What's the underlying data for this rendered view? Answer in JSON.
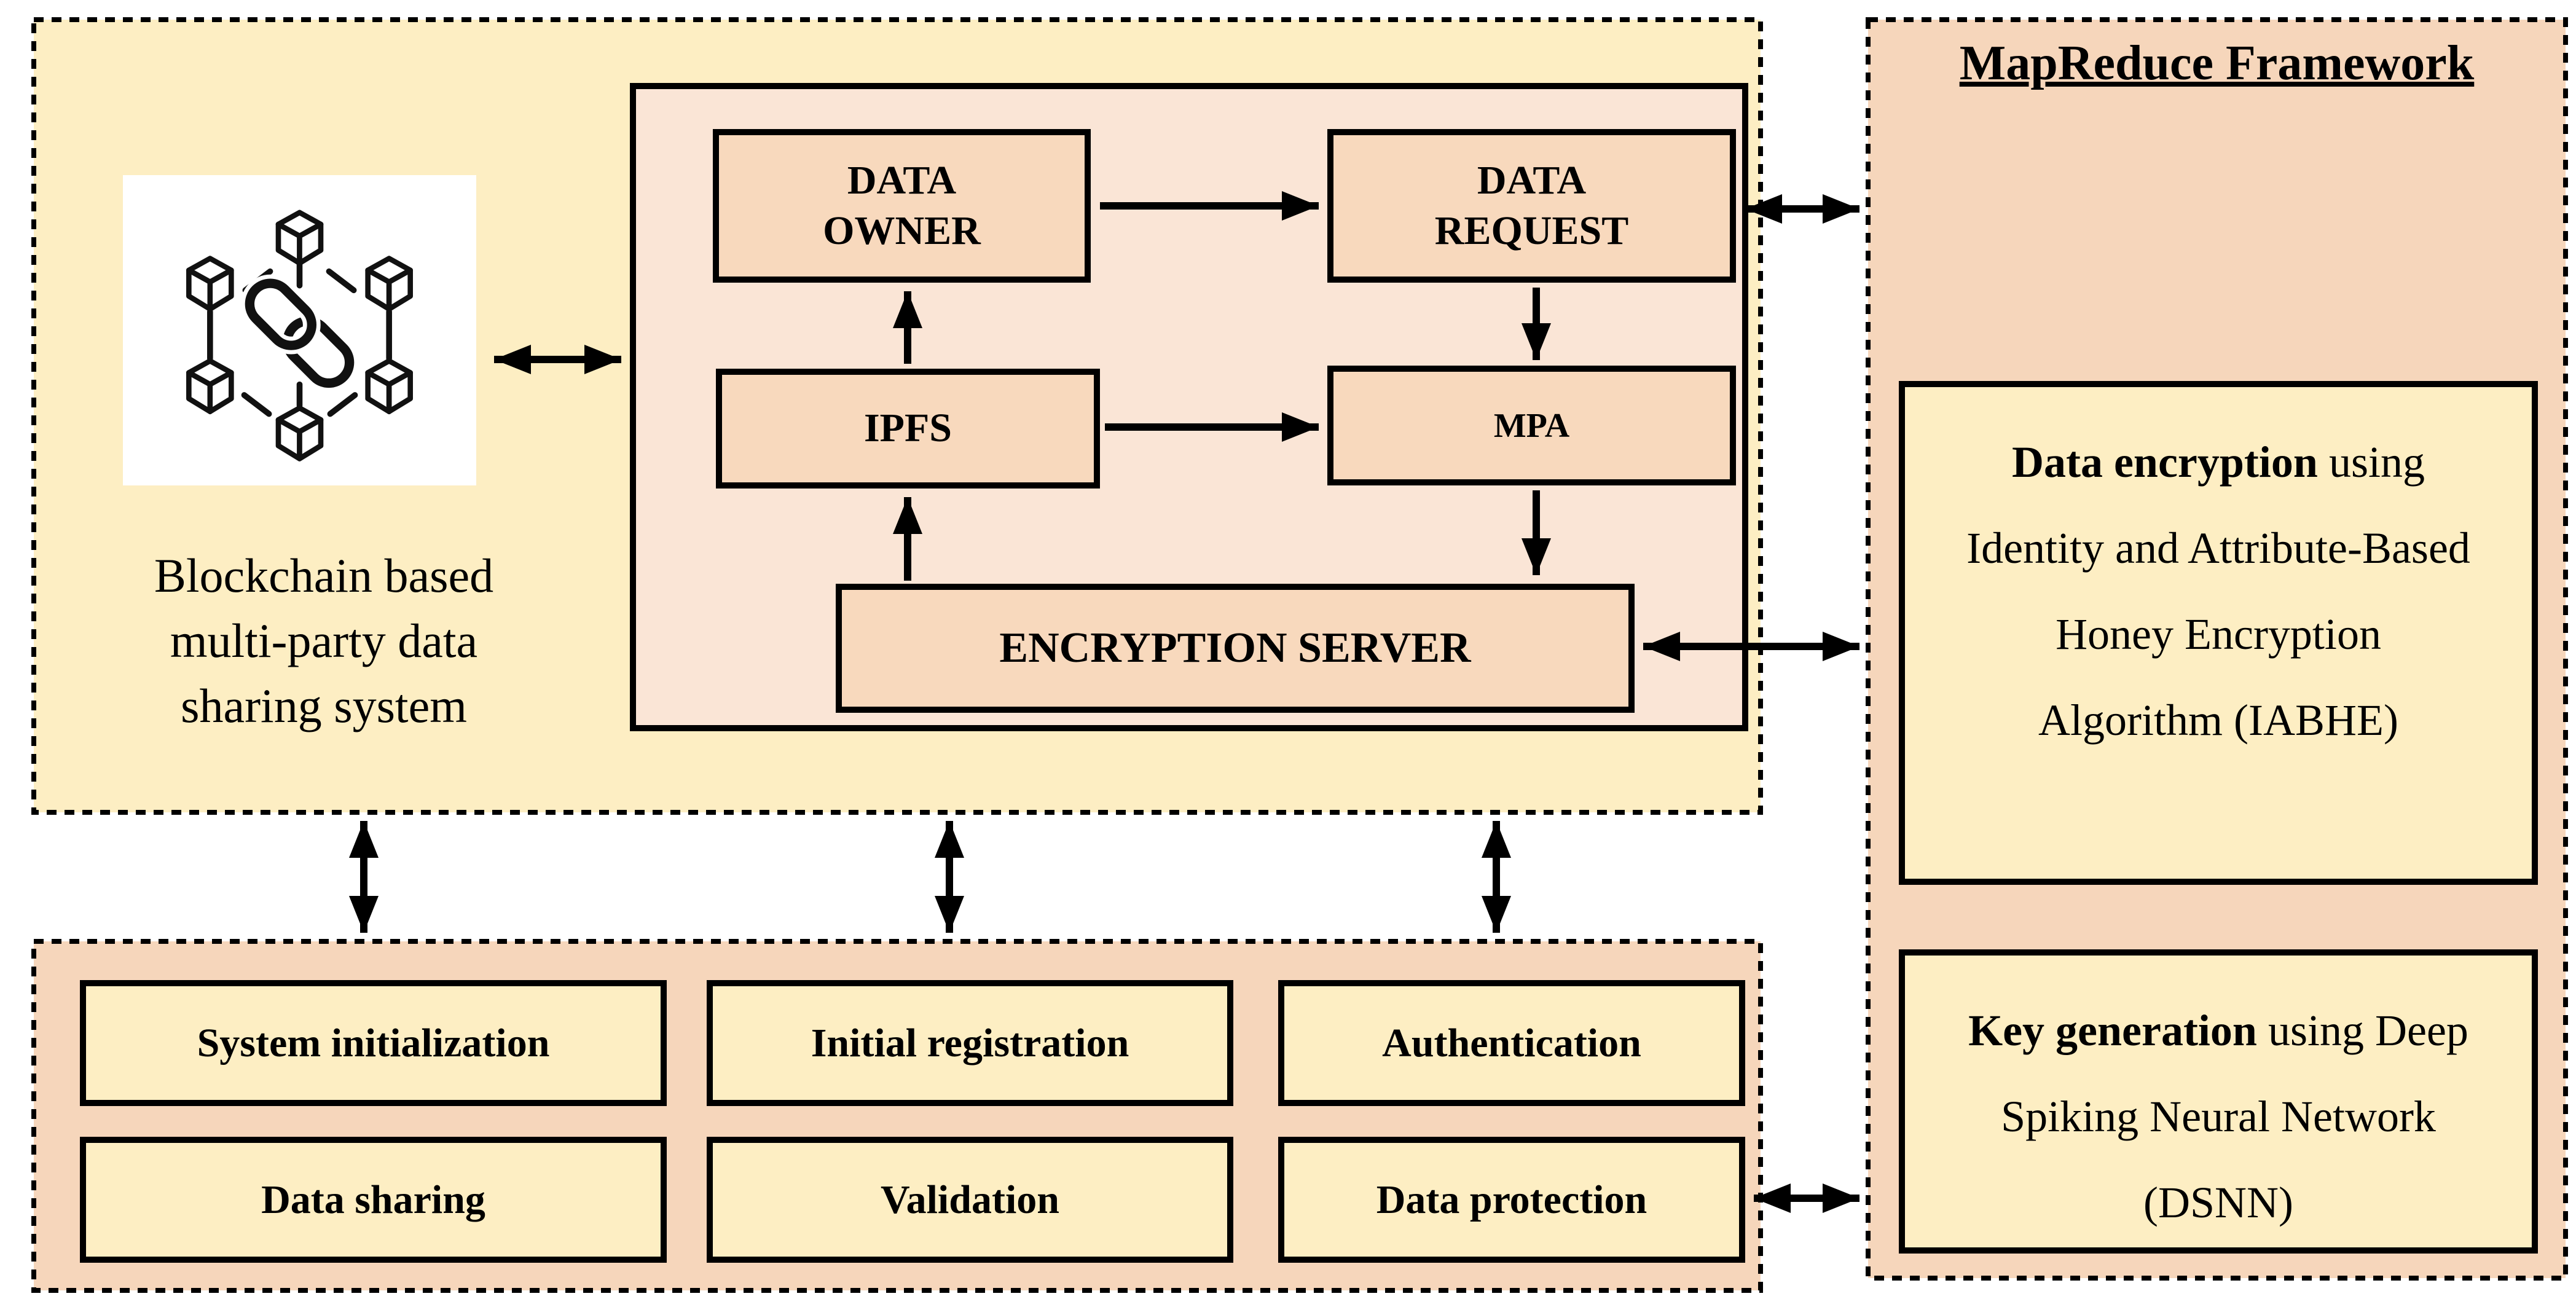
{
  "colors": {
    "bg": "#ffffff",
    "yellow": "#fdeec3",
    "panel-pink": "#f6d6bb",
    "inner-pink": "#fae5d6",
    "box-peach": "#f8d9bd",
    "line": "#000000"
  },
  "left_panel": {
    "caption": "Blockchain based\nmulti-party data\nsharing system",
    "icon": "blockchain-icon"
  },
  "inner_panel": {
    "data_owner": "DATA\nOWNER",
    "data_request": "DATA\nREQUEST",
    "ipfs": "IPFS",
    "mpa": "MPA",
    "encryption_server": "ENCRYPTION SERVER"
  },
  "mapreduce": {
    "title": "MapReduce Framework",
    "box1": {
      "line1_bold": "Data encryption",
      "line1_rest": " using",
      "line2": "Identity and Attribute-Based",
      "line3": "Honey Encryption",
      "line4": "Algorithm (IABHE)"
    },
    "box2": {
      "line1_bold": "Key generation",
      "line1_rest": " using Deep",
      "line2": "Spiking Neural Network",
      "line3": "(DSNN)"
    }
  },
  "process_panel": {
    "boxes": [
      "System initialization",
      "Initial registration",
      "Authentication",
      "Data sharing",
      "Validation",
      "Data protection"
    ]
  }
}
